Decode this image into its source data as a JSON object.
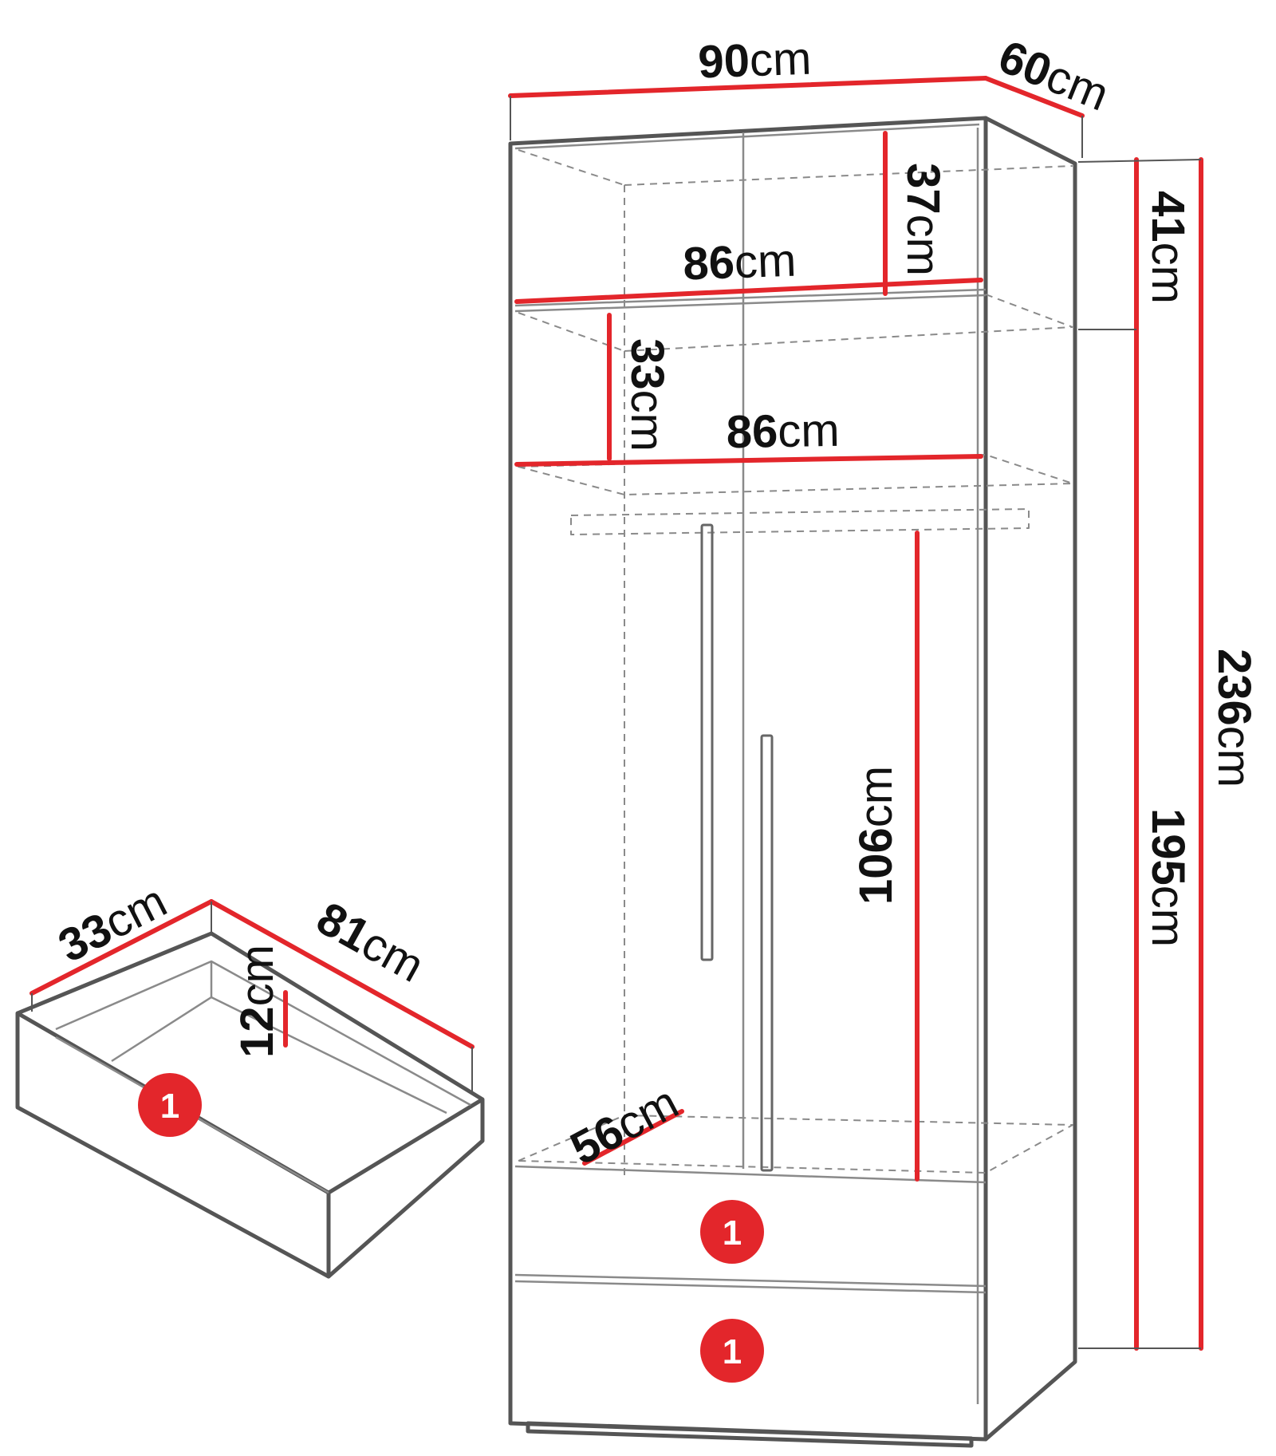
{
  "colors": {
    "outline": "#555555",
    "dashed": "#8a8a8a",
    "measure": "#e3262b",
    "text": "#111111",
    "badge_fill": "#e3262b",
    "badge_text": "#ffffff",
    "background": "#ffffff"
  },
  "wardrobe": {
    "width": {
      "num": "90",
      "unit": "cm"
    },
    "depth": {
      "num": "60",
      "unit": "cm"
    },
    "top_compartment_height": {
      "num": "37",
      "unit": "cm"
    },
    "top_compartment_width": {
      "num": "86",
      "unit": "cm"
    },
    "shelf_compartment_height": {
      "num": "33",
      "unit": "cm"
    },
    "shelf_compartment_width": {
      "num": "86",
      "unit": "cm"
    },
    "hanging_height": {
      "num": "106",
      "unit": "cm"
    },
    "inner_depth": {
      "num": "56",
      "unit": "cm"
    },
    "top_section_height": {
      "num": "41",
      "unit": "cm"
    },
    "total_height": {
      "num": "236",
      "unit": "cm"
    },
    "body_height": {
      "num": "195",
      "unit": "cm"
    },
    "drawer_badges": [
      "1",
      "1"
    ]
  },
  "drawer": {
    "width": {
      "num": "33",
      "unit": "cm"
    },
    "length": {
      "num": "81",
      "unit": "cm"
    },
    "height": {
      "num": "12",
      "unit": "cm"
    },
    "badge": "1"
  }
}
